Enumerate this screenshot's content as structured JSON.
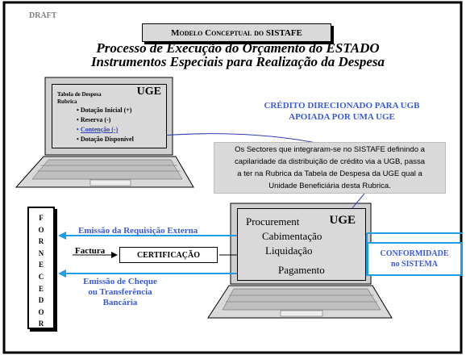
{
  "draft": "DRAFT",
  "banner": "Modelo Conceptual do SISTAFE",
  "title": {
    "line1": "Processo de Execução do Orçamento do ESTADO",
    "line2": "Instrumentos Especiais para Realização da Despesa"
  },
  "ugb_heading": {
    "line1": "CRÉDITO DIRECIONADO PARA UGB",
    "line2": "APOIADA POR UMA UGE"
  },
  "note": {
    "line1": "Os Sectores que integraram-se no SISTAFE definindo a",
    "line2": "capilaridade da distribuição de crédito via a UGB, passa",
    "line3": "a ter na Rubrica da Tabela de Despesa da UGE qual a",
    "line4": "Unidade Beneficiária desta Rubrica."
  },
  "screen1": {
    "title1": "Tabela de Despesa",
    "title2": "Rubrica",
    "uge": "UGE",
    "items": [
      "Dotação Inicial (+)",
      "Reserva (-)",
      "Contenção (-)",
      "Dotação Disponível"
    ]
  },
  "screen2": {
    "uge": "UGE",
    "procurement": "Procurement",
    "cabimentacao": "Cabimentação",
    "liquidacao": "Liquidação",
    "pagamento": "Pagamento"
  },
  "conformidade": {
    "line1": "CONFORMIDADE",
    "line2": "no SISTEMA"
  },
  "fornecedor": [
    "F",
    "O",
    "R",
    "N",
    "E",
    "C",
    "E",
    "D",
    "O",
    "R"
  ],
  "requisicao": "Emissão da Requisição Externa",
  "factura": "Factura",
  "certificacao": "CERTIFICAÇÃO",
  "pagamento_label": {
    "line1": "Emissão de Cheque",
    "line2": "ou Transferência",
    "line3": "Bancária"
  },
  "colors": {
    "accent_blue": "#3a5bd9",
    "arrow_blue": "#1f9de6",
    "panel_gray": "#d9d9d9"
  }
}
